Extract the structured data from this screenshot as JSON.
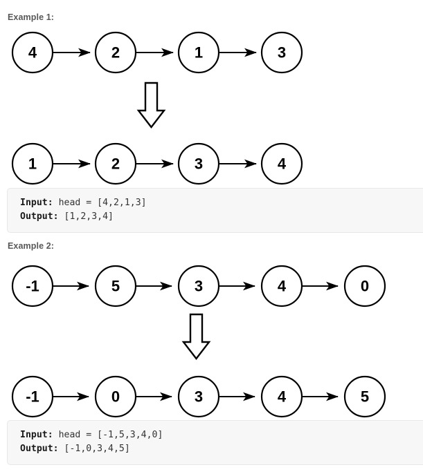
{
  "page": {
    "background": "#ffffff",
    "text_color": "#585858",
    "code_background": "#f7f7f7",
    "code_border": "#e8e8e8",
    "stroke_color": "#000000"
  },
  "examples": [
    {
      "label": "Example 1:",
      "input_nodes": [
        "4",
        "2",
        "1",
        "3"
      ],
      "output_nodes": [
        "1",
        "2",
        "3",
        "4"
      ],
      "transform_icon": "down-arrow-icon",
      "code": {
        "input_key": "Input:",
        "input_value": " head = [4,2,1,3]",
        "output_key": "Output:",
        "output_value": " [1,2,3,4]"
      }
    },
    {
      "label": "Example 2:",
      "input_nodes": [
        "-1",
        "5",
        "3",
        "4",
        "0"
      ],
      "output_nodes": [
        "-1",
        "0",
        "3",
        "4",
        "5"
      ],
      "transform_icon": "down-arrow-icon",
      "code": {
        "input_key": "Input:",
        "input_value": " head = [-1,5,3,4,0]",
        "output_key": "Output:",
        "output_value": " [-1,0,3,4,5]"
      }
    }
  ]
}
